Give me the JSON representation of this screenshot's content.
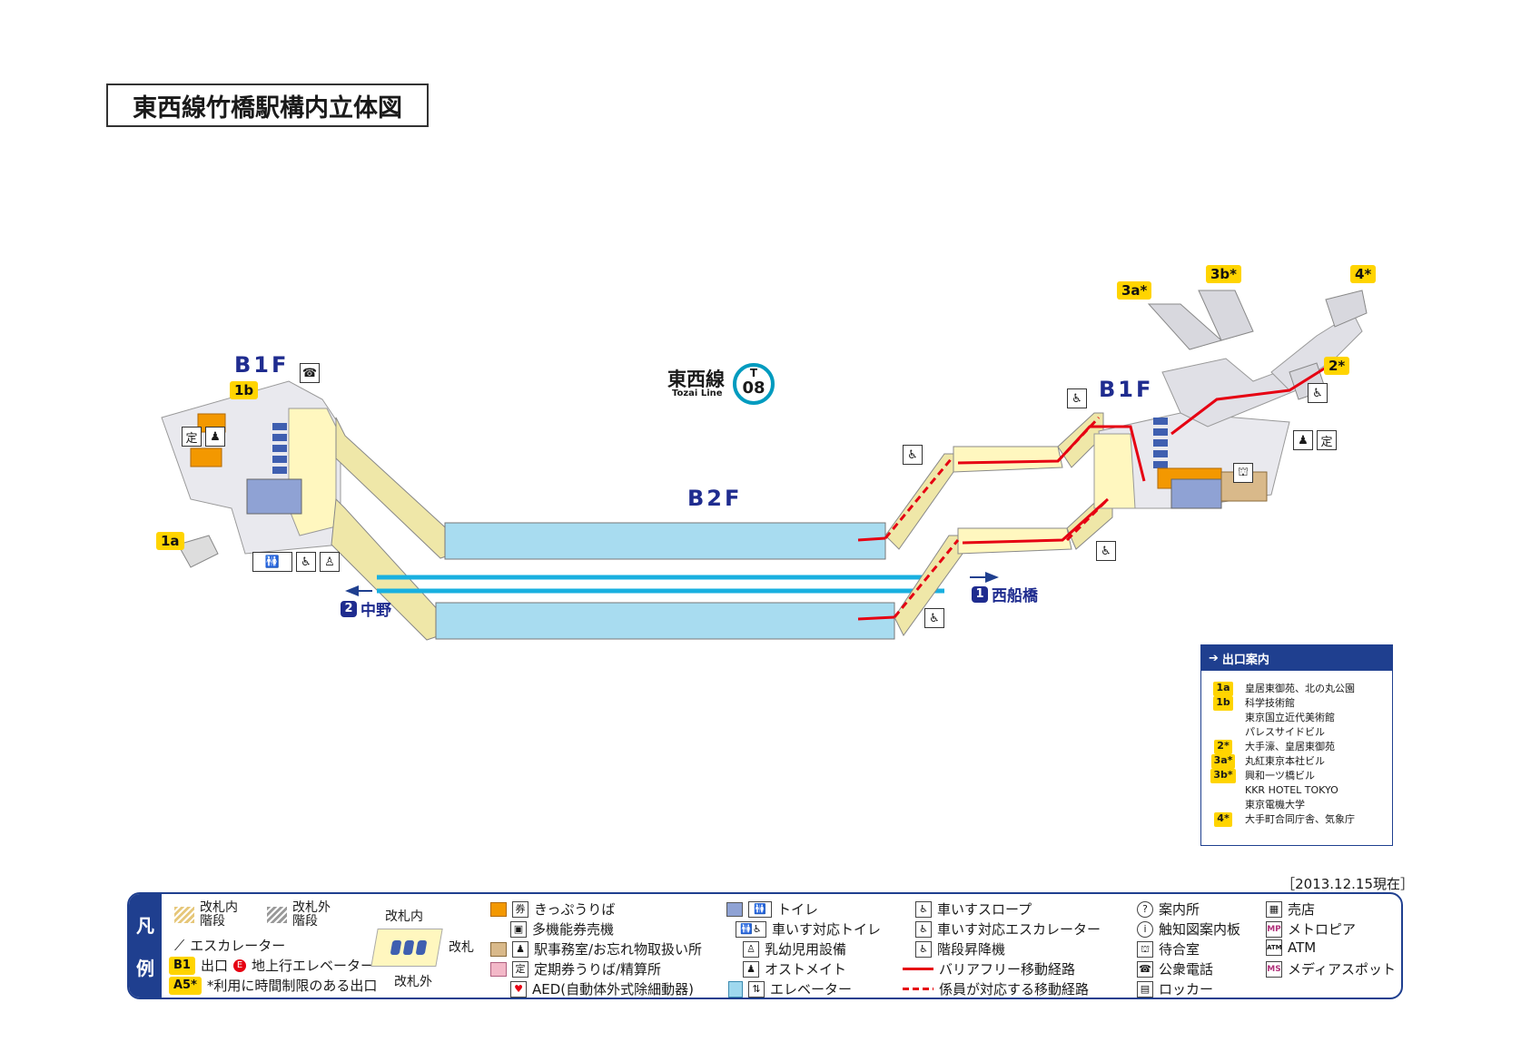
{
  "title": "東西線竹橋駅構内立体図",
  "line": {
    "name_ja": "東西線",
    "name_en": "Tozai Line",
    "code_letter": "T",
    "code_number": "08",
    "color": "#009bbf"
  },
  "floors": {
    "b1f_left": "B1F",
    "b1f_right": "B1F",
    "b2f": "B2F"
  },
  "exits": {
    "e1a": "1a",
    "e1b": "1b",
    "e2": "2*",
    "e3a": "3a*",
    "e3b": "3b*",
    "e4": "4*"
  },
  "directions": {
    "to_nakano": {
      "num": "2",
      "label": "中野"
    },
    "to_nishifunabashi": {
      "num": "1",
      "label": "西船橋"
    }
  },
  "exit_guide": {
    "heading": "出口案内",
    "rows": [
      {
        "tag": "1a",
        "text": "皇居東御苑、北の丸公園"
      },
      {
        "tag": "1b",
        "text": "科学技術館"
      },
      {
        "tag": "",
        "text": "東京国立近代美術館"
      },
      {
        "tag": "",
        "text": "パレスサイドビル"
      },
      {
        "tag": "2*",
        "text": "大手濠、皇居東御苑"
      },
      {
        "tag": "3a*",
        "text": "丸紅東京本社ビル"
      },
      {
        "tag": "3b*",
        "text": "興和一ツ橋ビル"
      },
      {
        "tag": "",
        "text": "KKR HOTEL TOKYO"
      },
      {
        "tag": "",
        "text": "東京電機大学"
      },
      {
        "tag": "4*",
        "text": "大手町合同庁舎、気象庁"
      }
    ]
  },
  "date": "［2013.12.15現在］",
  "legend": {
    "side": [
      "凡",
      "例"
    ],
    "stairs_in": "改札内\n階段",
    "stairs_out": "改札外\n階段",
    "escalator": "エスカレーター",
    "exit_b1": "B1",
    "exit_label": "出口",
    "elevator_up": "地上行エレベーター",
    "time_tag": "A5*",
    "time_note": "*利用に時間制限のある出口",
    "gate_inside": "改札内",
    "gate": "改札",
    "gate_outside": "改札外",
    "ticket": "きっぷうりば",
    "multi_ticket": "多機能券売機",
    "office": "駅事務室/お忘れ物取扱い所",
    "pass": "定期券うりば/精算所",
    "aed": "AED(自動体外式除細動器)",
    "toilet": "トイレ",
    "wc_toilet": "車いす対応トイレ",
    "baby": "乳幼児用設備",
    "ostomate": "オストメイト",
    "elevator": "エレベーター",
    "slope": "車いすスロープ",
    "wc_escalator": "車いす対応エスカレーター",
    "stair_lift": "階段昇降機",
    "barrier_free": "バリアフリー移動経路",
    "staff_route": "係員が対応する移動経路",
    "info": "案内所",
    "tactile": "触知図案内板",
    "waiting": "待合室",
    "phone": "公衆電話",
    "locker": "ロッカー",
    "kiosk": "売店",
    "metropia": "メトロピア",
    "atm": "ATM",
    "media": "メディアスポット",
    "icons": {
      "info": "?",
      "tactile": "i",
      "waiting": "⛫",
      "phone": "☎",
      "locker": "▤",
      "kiosk": "▦",
      "metropia": "MP",
      "atm": "ATM",
      "media": "MS"
    }
  },
  "colors": {
    "platform": "#a8dcf0",
    "concourse": "#fff7bf",
    "stairs": "#efe7a8",
    "route": "#e60012",
    "accent": "#1f3f8f",
    "exit_tag": "#ffd400",
    "track": "#19b0e0"
  }
}
